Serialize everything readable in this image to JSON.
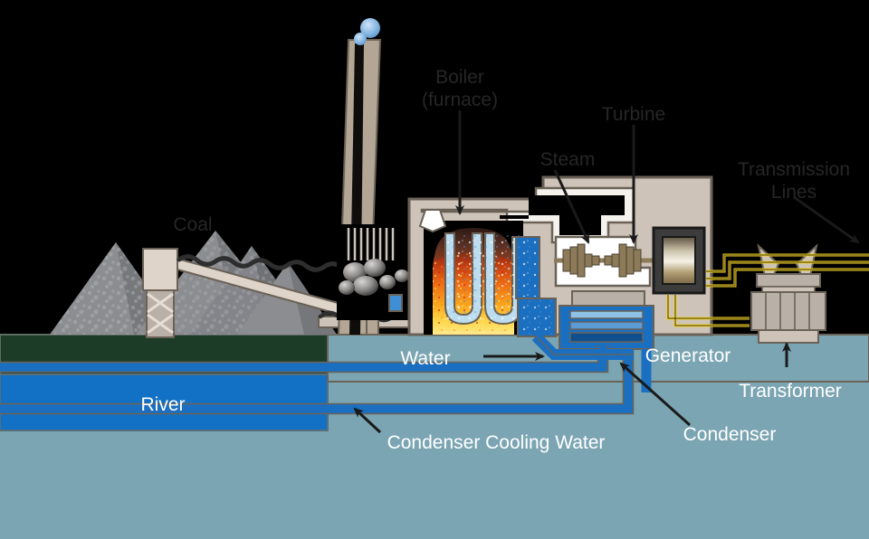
{
  "diagram": {
    "title": "Coal-fired power plant cross-section",
    "background_color": "#000000",
    "labels": {
      "coal": "Coal",
      "boiler_line1": "Boiler",
      "boiler_line2": "(furnace)",
      "steam": "Steam",
      "turbine": "Turbine",
      "transmission_line1": "Transmission",
      "transmission_line2": "Lines",
      "water": "Water",
      "generator": "Generator",
      "transformer": "Transformer",
      "condenser": "Condenser",
      "condenser_cooling_water": "Condenser Cooling Water",
      "river": "River"
    },
    "colors": {
      "label_dark": "#262626",
      "label_light": "#ffffff",
      "building_beige": "#cdc3b8",
      "building_outline": "#6b6257",
      "stack_tan": "#b3a695",
      "coal_pile_gray": "#8b8d90",
      "coal_pile_dark": "#6e7175",
      "land_green": "#1d3c28",
      "river_blue": "#1271c4",
      "water_teal": "#7ba5b3",
      "ground_teal": "#7ba5b3",
      "pipe_blue": "#1b6fc0",
      "tube_lightblue": "#bcdcef",
      "flame_hot": "#ffd24a",
      "flame_mid": "#e8551d",
      "flame_top": "#4a2a22",
      "turbine_brown": "#8c7a59",
      "generator_gold": "#8a764f",
      "transformer_gray": "#b9b1a8",
      "transmission_yellow": "#f5d422",
      "smoke_blue": "#7fb3e0"
    },
    "components": [
      {
        "name": "smokestack",
        "label": null
      },
      {
        "name": "smoke-puffs",
        "label": null
      },
      {
        "name": "coal-piles",
        "label": "Coal"
      },
      {
        "name": "coal-conveyor",
        "label": null
      },
      {
        "name": "conveyor-tower",
        "label": null
      },
      {
        "name": "precipitator",
        "label": null
      },
      {
        "name": "boiler-furnace",
        "label": "Boiler (furnace)"
      },
      {
        "name": "boiler-water-tubes",
        "label": null
      },
      {
        "name": "steam-pipe",
        "label": "Steam"
      },
      {
        "name": "turbine",
        "label": "Turbine"
      },
      {
        "name": "generator",
        "label": "Generator"
      },
      {
        "name": "condenser",
        "label": "Condenser"
      },
      {
        "name": "condenser-cooling-water-pipes",
        "label": "Condenser Cooling Water"
      },
      {
        "name": "feedwater-pump",
        "label": "Water"
      },
      {
        "name": "transformer",
        "label": "Transformer"
      },
      {
        "name": "transmission-lines",
        "label": "Transmission Lines"
      },
      {
        "name": "river",
        "label": "River"
      }
    ]
  }
}
